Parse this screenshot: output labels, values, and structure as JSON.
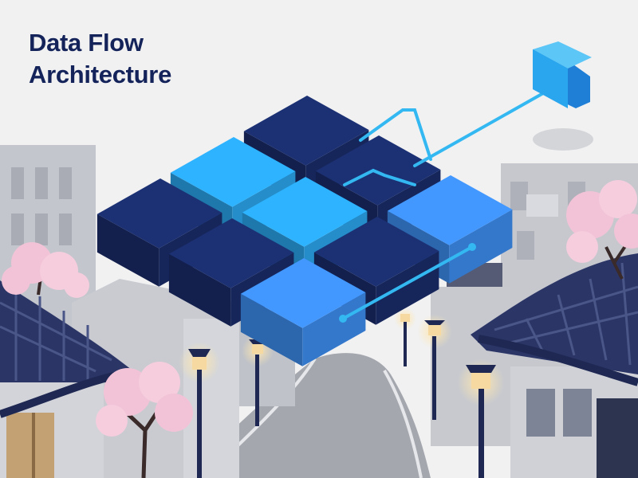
{
  "title": {
    "line1": "Data Flow",
    "line2": "Architecture"
  },
  "colors": {
    "background": "#f1f1f2",
    "title": "#14235a",
    "navy_block": "#1a2d6b",
    "cyan_block": "#2aa6ee",
    "bright_block": "#3d8df0",
    "connector": "#33b8f2",
    "roof": "#2b3566",
    "blossom": "#f2c3d6",
    "lamp_glow": "#f6d9a0",
    "building": "#b9bcc4",
    "road": "#a4a7ae"
  },
  "icons": [
    "data-block-grid",
    "connector-line",
    "source-node",
    "street-lamp",
    "cherry-blossom-tree",
    "hanok-roof"
  ]
}
